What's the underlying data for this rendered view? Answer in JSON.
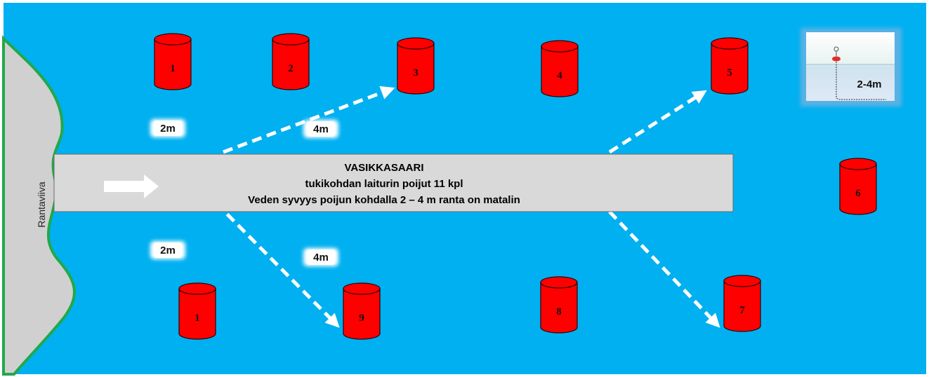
{
  "colors": {
    "water": "#00B0F0",
    "shore_fill": "#D0D0D0",
    "shore_line": "#22A84A",
    "pier_fill": "#D9D9D9",
    "buoy_red": "#FF0000",
    "arrow": "#FFFFFF"
  },
  "shore": {
    "label": "Rantaviiva"
  },
  "pier": {
    "title": "VASIKKASAARI",
    "line1": "tukikohdan laiturin poijut 11 kpl",
    "line2": "Veden syvyys poijun kohdalla 2 – 4 m ranta on matalin"
  },
  "buoys": [
    {
      "label": "1"
    },
    {
      "label": "2"
    },
    {
      "label": "3"
    },
    {
      "label": "4"
    },
    {
      "label": "5"
    },
    {
      "label": "6"
    },
    {
      "label": "1"
    },
    {
      "label": "9"
    },
    {
      "label": "8"
    },
    {
      "label": "7"
    }
  ],
  "distances": {
    "top_near": "2m",
    "top_far": "4m",
    "bottom_near": "2m",
    "bottom_far": "4m"
  },
  "inset": {
    "depth_label": "2-4m",
    "icon": "buoy-mooring-icon"
  }
}
